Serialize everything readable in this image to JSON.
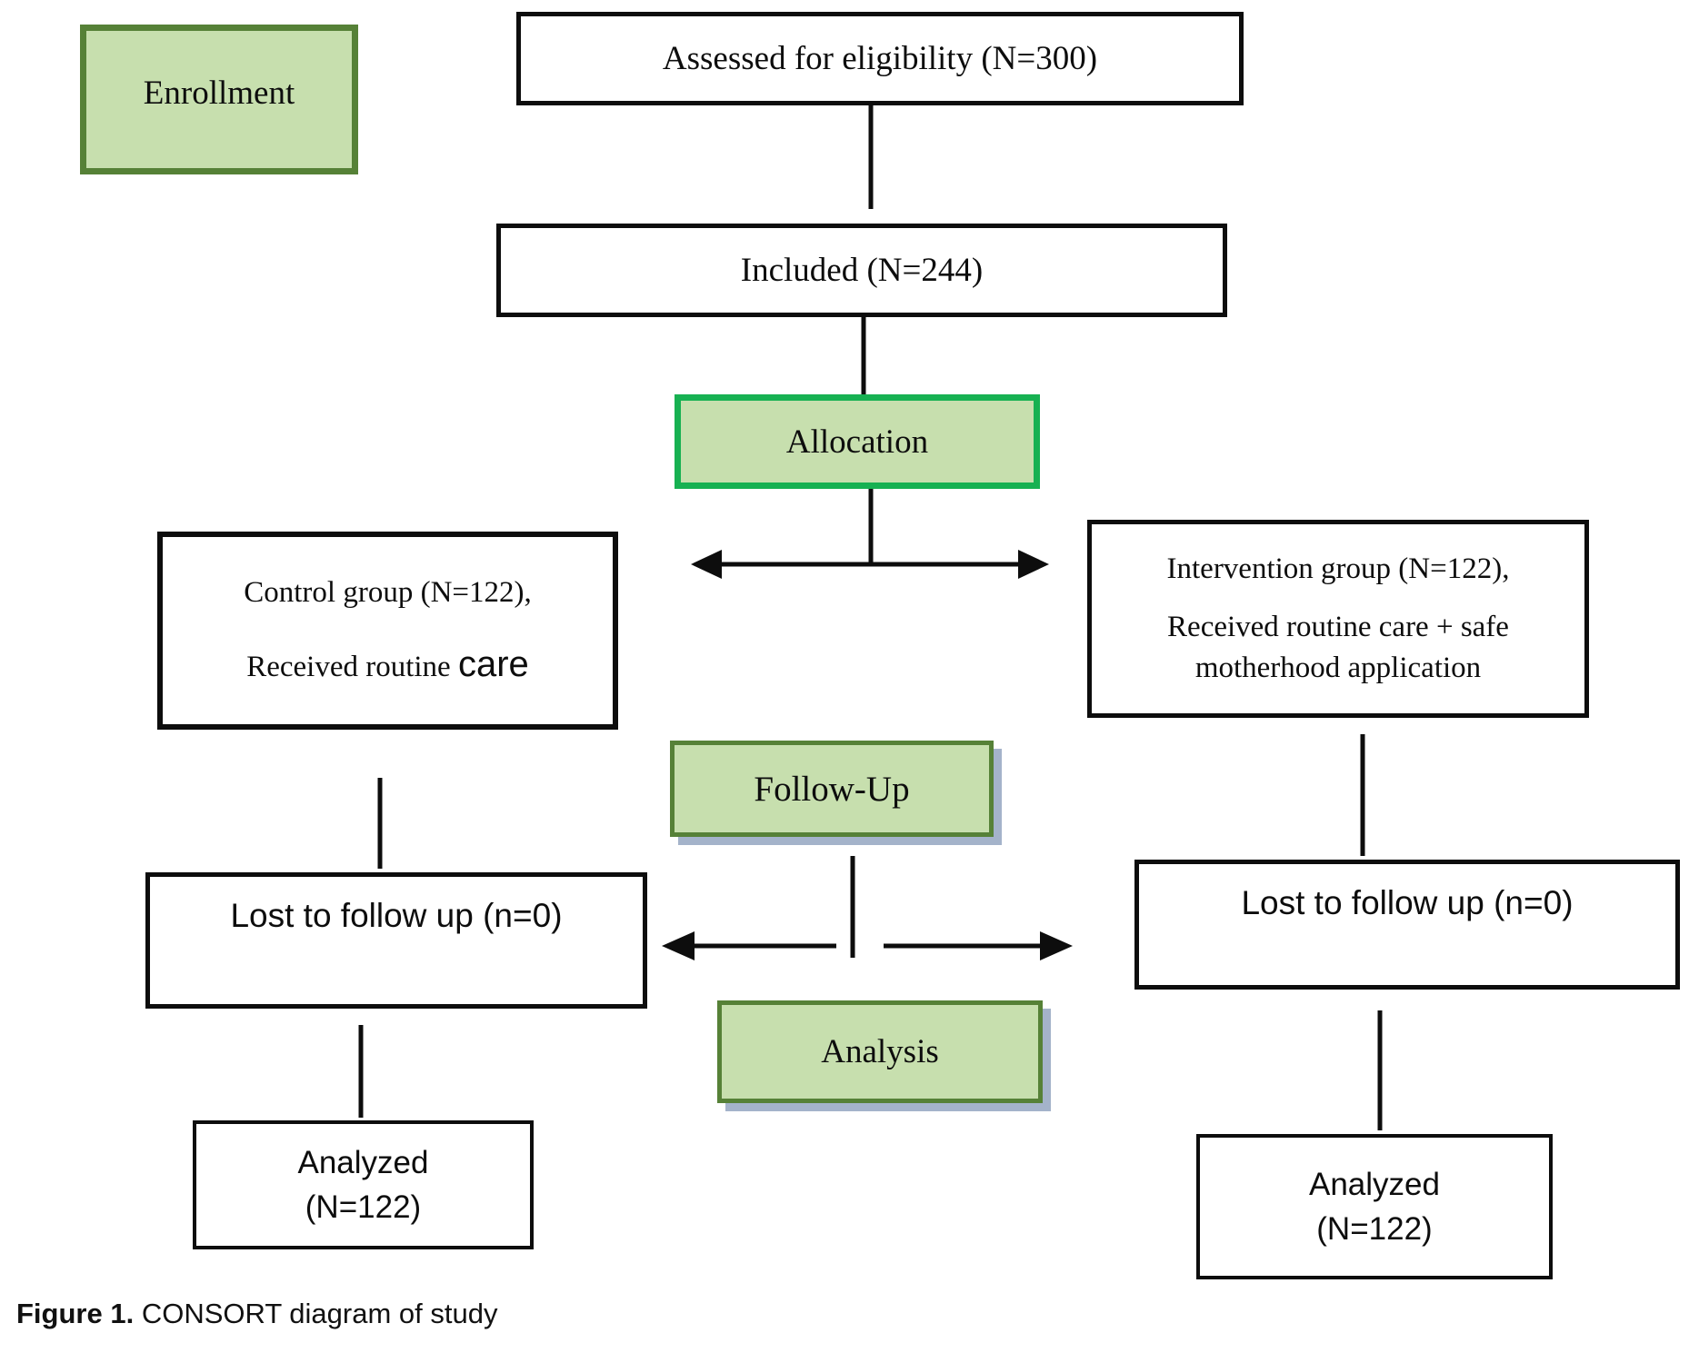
{
  "diagram": {
    "stages": {
      "enrollment": "Enrollment",
      "allocation": "Allocation",
      "followup": "Follow-Up",
      "analysis": "Analysis"
    },
    "boxes": {
      "assessed": "Assessed for eligibility (N=300)",
      "included": "Included (N=244)",
      "control_line1": "Control group (N=122),",
      "control_line2_prefix": "Received routine ",
      "control_line2_care": "care",
      "intervention_line1": "Intervention group (N=122),",
      "intervention_line2": "Received routine care + safe",
      "intervention_line3": "motherhood application",
      "lost_left": "Lost to follow up (n=0)",
      "lost_right": "Lost to follow up (n=0)",
      "analyzed_left_line1": "Analyzed",
      "analyzed_left_line2": "(N=122)",
      "analyzed_right_line1": "Analyzed",
      "analyzed_right_line2": "(N=122)"
    },
    "caption": {
      "label": "Figure 1.",
      "text": " CONSORT diagram of study"
    },
    "colors": {
      "stage_fill": "#c7dfae",
      "stage_border_olive": "#568137",
      "allocation_border": "#17b152",
      "flow_box_border": "#0d0d0d",
      "connector": "#0d0d0d",
      "shadow": "#94a6c1"
    }
  }
}
